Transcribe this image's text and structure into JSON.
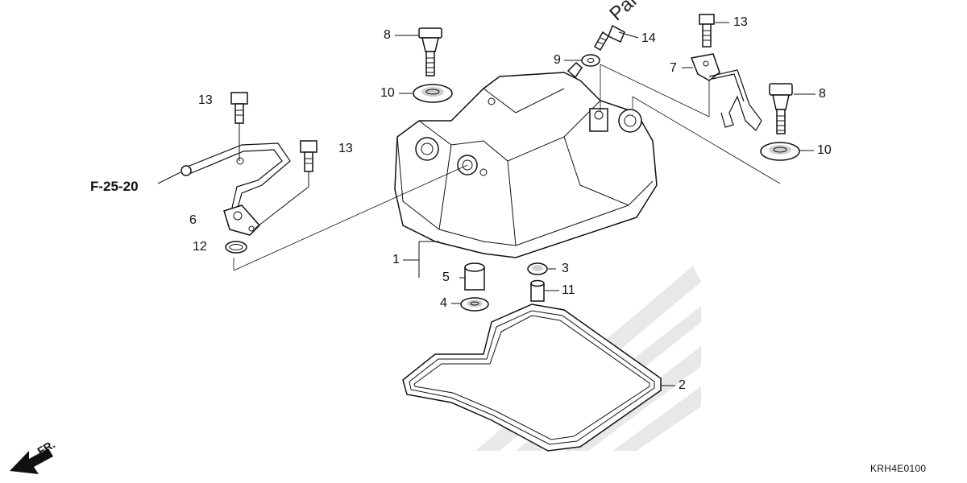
{
  "diagram": {
    "watermark": "Parts",
    "reference": "F-25-20",
    "direction_label": "FR.",
    "diagram_code": "KRH4E0100",
    "callouts": {
      "c1": "1",
      "c2": "2",
      "c3": "3",
      "c4": "4",
      "c5": "5",
      "c6": "6",
      "c7": "7",
      "c8a": "8",
      "c8b": "8",
      "c9": "9",
      "c10a": "10",
      "c10b": "10",
      "c11": "11",
      "c12": "12",
      "c13a": "13",
      "c13b": "13",
      "c13c": "13",
      "c14": "14"
    }
  }
}
